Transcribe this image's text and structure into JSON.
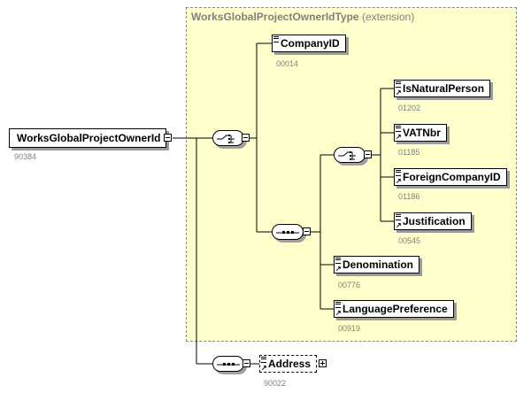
{
  "type_box": {
    "name": "WorksGlobalProjectOwnerIdType",
    "suffix": "(extension)"
  },
  "root": {
    "name": "WorksGlobalProjectOwnerId",
    "code": "90384"
  },
  "elements": [
    {
      "name": "CompanyID",
      "code": "00014"
    },
    {
      "name": "IsNaturalPerson",
      "code": "01202"
    },
    {
      "name": "VATNbr",
      "code": "01185"
    },
    {
      "name": "ForeignCompanyID",
      "code": "01186"
    },
    {
      "name": "Justification",
      "code": "00545"
    },
    {
      "name": "Denomination",
      "code": "00776"
    },
    {
      "name": "LanguagePreference",
      "code": "00919"
    }
  ],
  "address": {
    "name": "Address",
    "code": "90022"
  }
}
